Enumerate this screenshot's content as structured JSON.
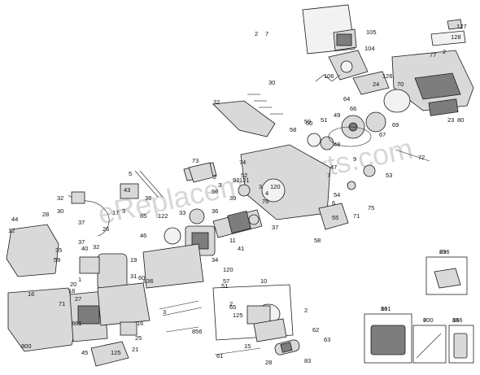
{
  "watermark": "eReplacementParts.com",
  "part_labels": [
    "105",
    "127",
    "128",
    "104",
    "77",
    "2",
    "106",
    "30",
    "126",
    "24",
    "70",
    "64",
    "80",
    "32",
    "66",
    "49",
    "23",
    "51",
    "50",
    "69",
    "67",
    "58",
    "59",
    "48",
    "72",
    "73",
    "74",
    "47",
    "7",
    "9",
    "2",
    "3",
    "52",
    "92",
    "3",
    "4",
    "53",
    "76",
    "121",
    "56",
    "54",
    "6",
    "5",
    "38",
    "43",
    "39",
    "120",
    "32",
    "3",
    "36",
    "55",
    "71",
    "75",
    "28",
    "30",
    "44",
    "33",
    "122",
    "65",
    "11",
    "37",
    "17",
    "37",
    "26",
    "37",
    "41",
    "120",
    "12",
    "32",
    "40",
    "35",
    "46",
    "59",
    "34",
    "19",
    "58",
    "31",
    "57",
    "29",
    "836",
    "1",
    "51",
    "10",
    "60",
    "27",
    "18",
    "20",
    "16",
    "71",
    "2",
    "65",
    "125",
    "3",
    "13",
    "861",
    "16",
    "25",
    "21",
    "7",
    "14",
    "800",
    "856",
    "45",
    "15",
    "83",
    "2",
    "62",
    "125",
    "61",
    "28",
    "63",
    "2",
    "7"
  ],
  "group_boxes": {
    "left_box": "836",
    "kit_a": "861",
    "kit_b": "800",
    "kit_c": "856"
  }
}
